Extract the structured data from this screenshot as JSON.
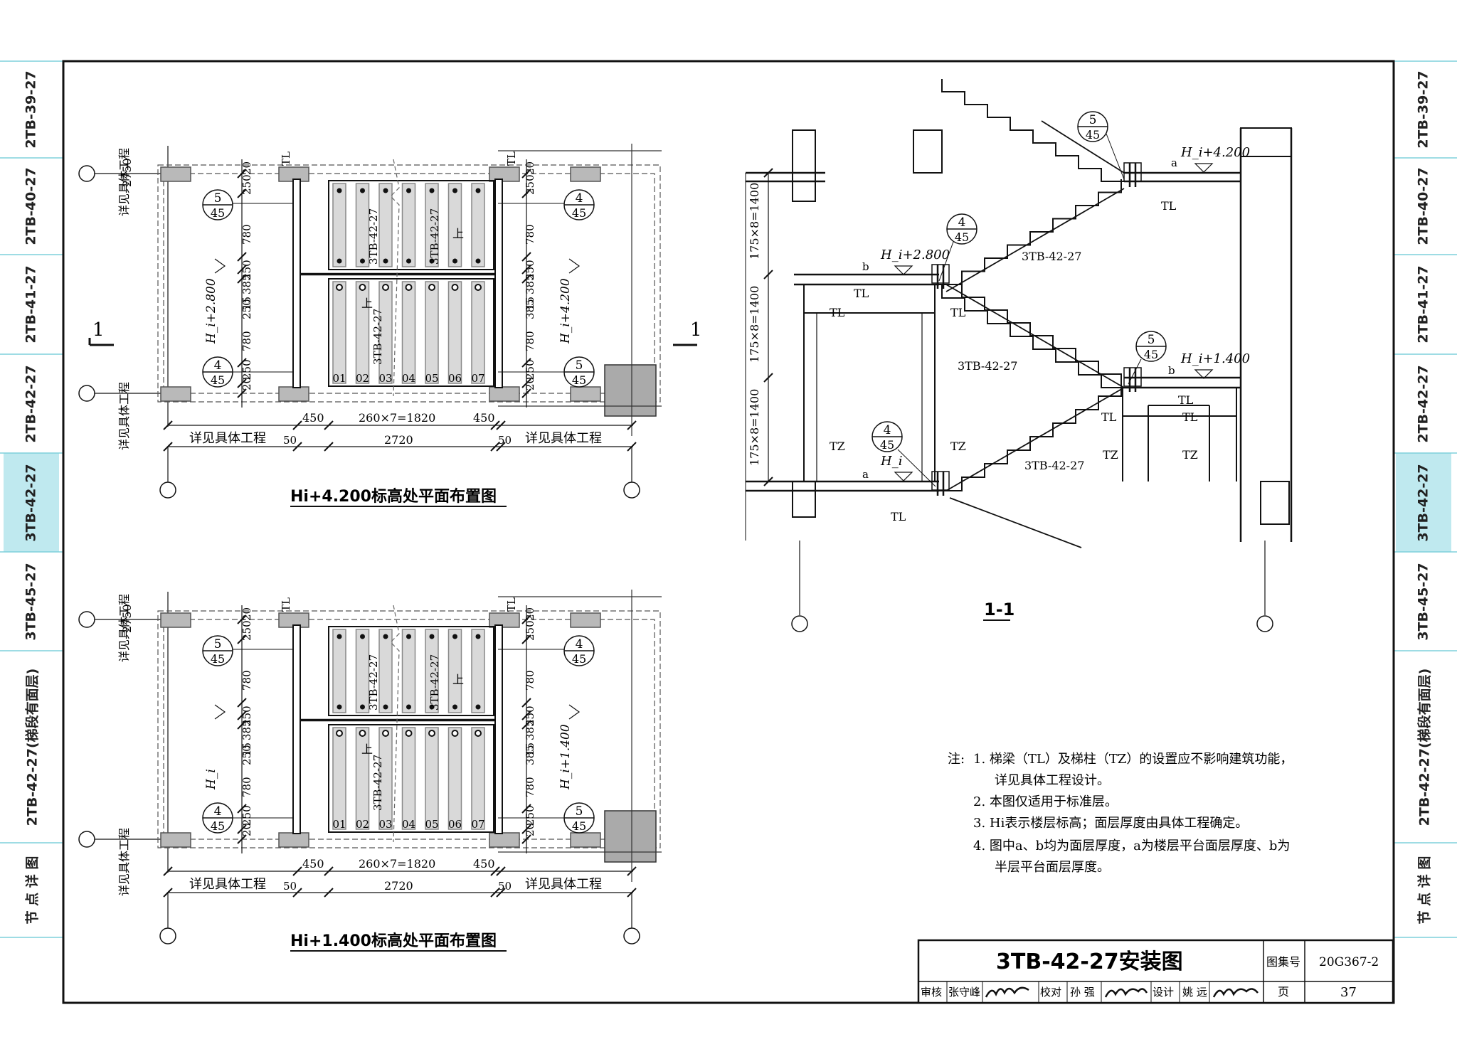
{
  "side_tabs": [
    "2TB-39-27",
    "2TB-40-27",
    "2TB-41-27",
    "2TB-42-27",
    "3TB-42-27",
    "3TB-45-27",
    "2TB-42-27(梯段有面层)",
    "节 点 详 图"
  ],
  "active_tab": "3TB-42-27",
  "accent_color": "#bfe9ef",
  "plan_top": {
    "title": "Hi+4.200标高处平面布置图",
    "elev_left": "H_i+2.800",
    "elev_right": "H_i+4.200"
  },
  "plan_bottom": {
    "title": "Hi+1.400标高处平面布置图",
    "elev_left": "H_i",
    "elev_right": "H_i+1.400"
  },
  "plan_common": {
    "section_mark": "1",
    "side_text": "详见具体工程",
    "dim_overall": "2750",
    "dims_left": [
      "20",
      "250",
      "780",
      "250",
      "385",
      "15",
      "250",
      "780",
      "250",
      "20"
    ],
    "dims_right": [
      "20",
      "250",
      "780",
      "250",
      "385",
      "15",
      "385",
      "780",
      "250",
      "20"
    ],
    "bottom_dims": [
      "450",
      "260×7=1820",
      "450"
    ],
    "bottom_dims2": [
      "50",
      "2720",
      "50"
    ],
    "tread_numbers": [
      "01",
      "02",
      "03",
      "04",
      "05",
      "06",
      "07"
    ],
    "flight_label": "3TB-42-27",
    "beam_label": "TL",
    "up_label": "上",
    "detail_refs": [
      {
        "num": "5",
        "page": "45"
      },
      {
        "num": "4",
        "page": "45"
      }
    ]
  },
  "section": {
    "title": "1-1",
    "levels": [
      "H_i+4.200",
      "H_i+2.800",
      "H_i+1.400",
      "H_i"
    ],
    "height_dims": [
      "175×8=1400",
      "175×8=1400",
      "175×8=1400"
    ],
    "flight_label": "3TB-42-27",
    "beam_label": "TL",
    "column_label": "TZ",
    "thickness_marks": [
      "a",
      "b"
    ]
  },
  "notes": {
    "prefix": "注:",
    "items": [
      "1. 梯梁（TL）及梯柱（TZ）的设置应不影响建筑功能，",
      "详见具体工程设计。",
      "2. 本图仅适用于标准层。",
      "3. Hi表示楼层标高；面层厚度由具体工程确定。",
      "4. 图中a、b均为面层厚度，a为楼层平台面层厚度、b为",
      "半层平台面层厚度。"
    ]
  },
  "title_block": {
    "title": "3TB-42-27安装图",
    "atlas_label": "图集号",
    "atlas_number": "20G367-2",
    "page_label": "页",
    "page_number": "37",
    "review_label": "审核",
    "reviewer": "张守峰",
    "check_label": "校对",
    "checker": "孙 强",
    "design_label": "设计",
    "designer": "姚 远"
  }
}
